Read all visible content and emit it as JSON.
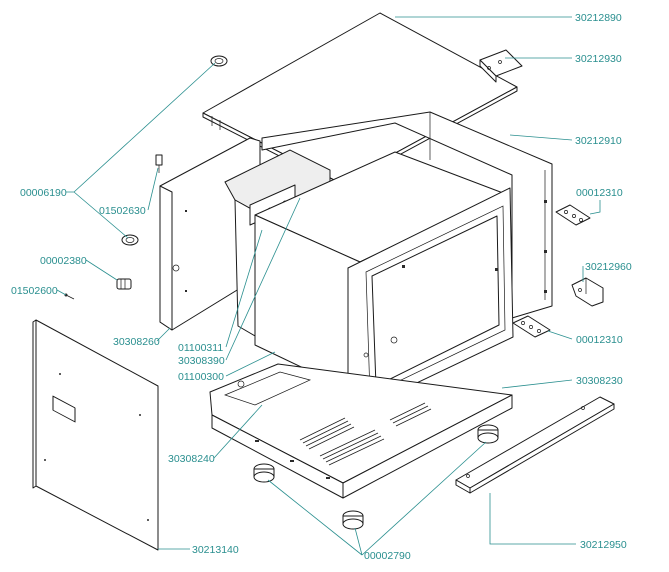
{
  "accent_color": "#2a8f8f",
  "labels": [
    {
      "id": "l1",
      "text": "30212890"
    },
    {
      "id": "l2",
      "text": "30212930"
    },
    {
      "id": "l3",
      "text": "30212910"
    },
    {
      "id": "l4",
      "text": "00006190"
    },
    {
      "id": "l5",
      "text": "01502630"
    },
    {
      "id": "l6",
      "text": "00012310"
    },
    {
      "id": "l7",
      "text": "00002380"
    },
    {
      "id": "l8",
      "text": "30212960"
    },
    {
      "id": "l9",
      "text": "01502600"
    },
    {
      "id": "l10",
      "text": "30308260"
    },
    {
      "id": "l11",
      "text": "00012310"
    },
    {
      "id": "l12",
      "text": "01100311"
    },
    {
      "id": "l13",
      "text": "30308390"
    },
    {
      "id": "l14",
      "text": "01100300"
    },
    {
      "id": "l15",
      "text": "30308230"
    },
    {
      "id": "l16",
      "text": "30308240"
    },
    {
      "id": "l17",
      "text": "30213140"
    },
    {
      "id": "l18",
      "text": "30212950"
    },
    {
      "id": "l19",
      "text": "00002790"
    }
  ]
}
